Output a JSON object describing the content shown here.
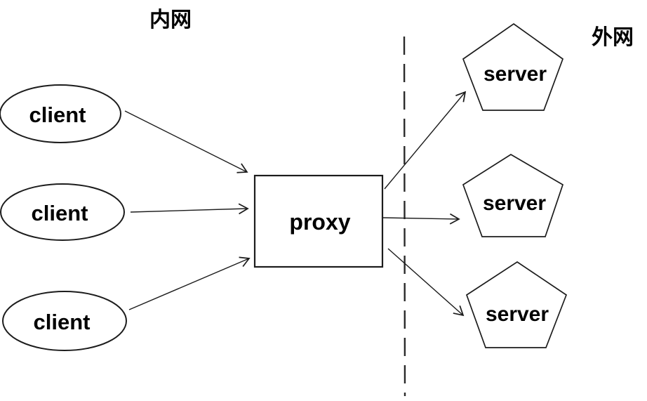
{
  "diagram": {
    "region_left_label": "内网",
    "region_right_label": "外网",
    "proxy": {
      "label": "proxy"
    },
    "clients": [
      {
        "label": "client"
      },
      {
        "label": "client"
      },
      {
        "label": "client"
      }
    ],
    "servers": [
      {
        "label": "server"
      },
      {
        "label": "server"
      },
      {
        "label": "server"
      }
    ],
    "colors": {
      "stroke": "#1c1c1c",
      "text": "#000000",
      "background": "#ffffff"
    }
  }
}
